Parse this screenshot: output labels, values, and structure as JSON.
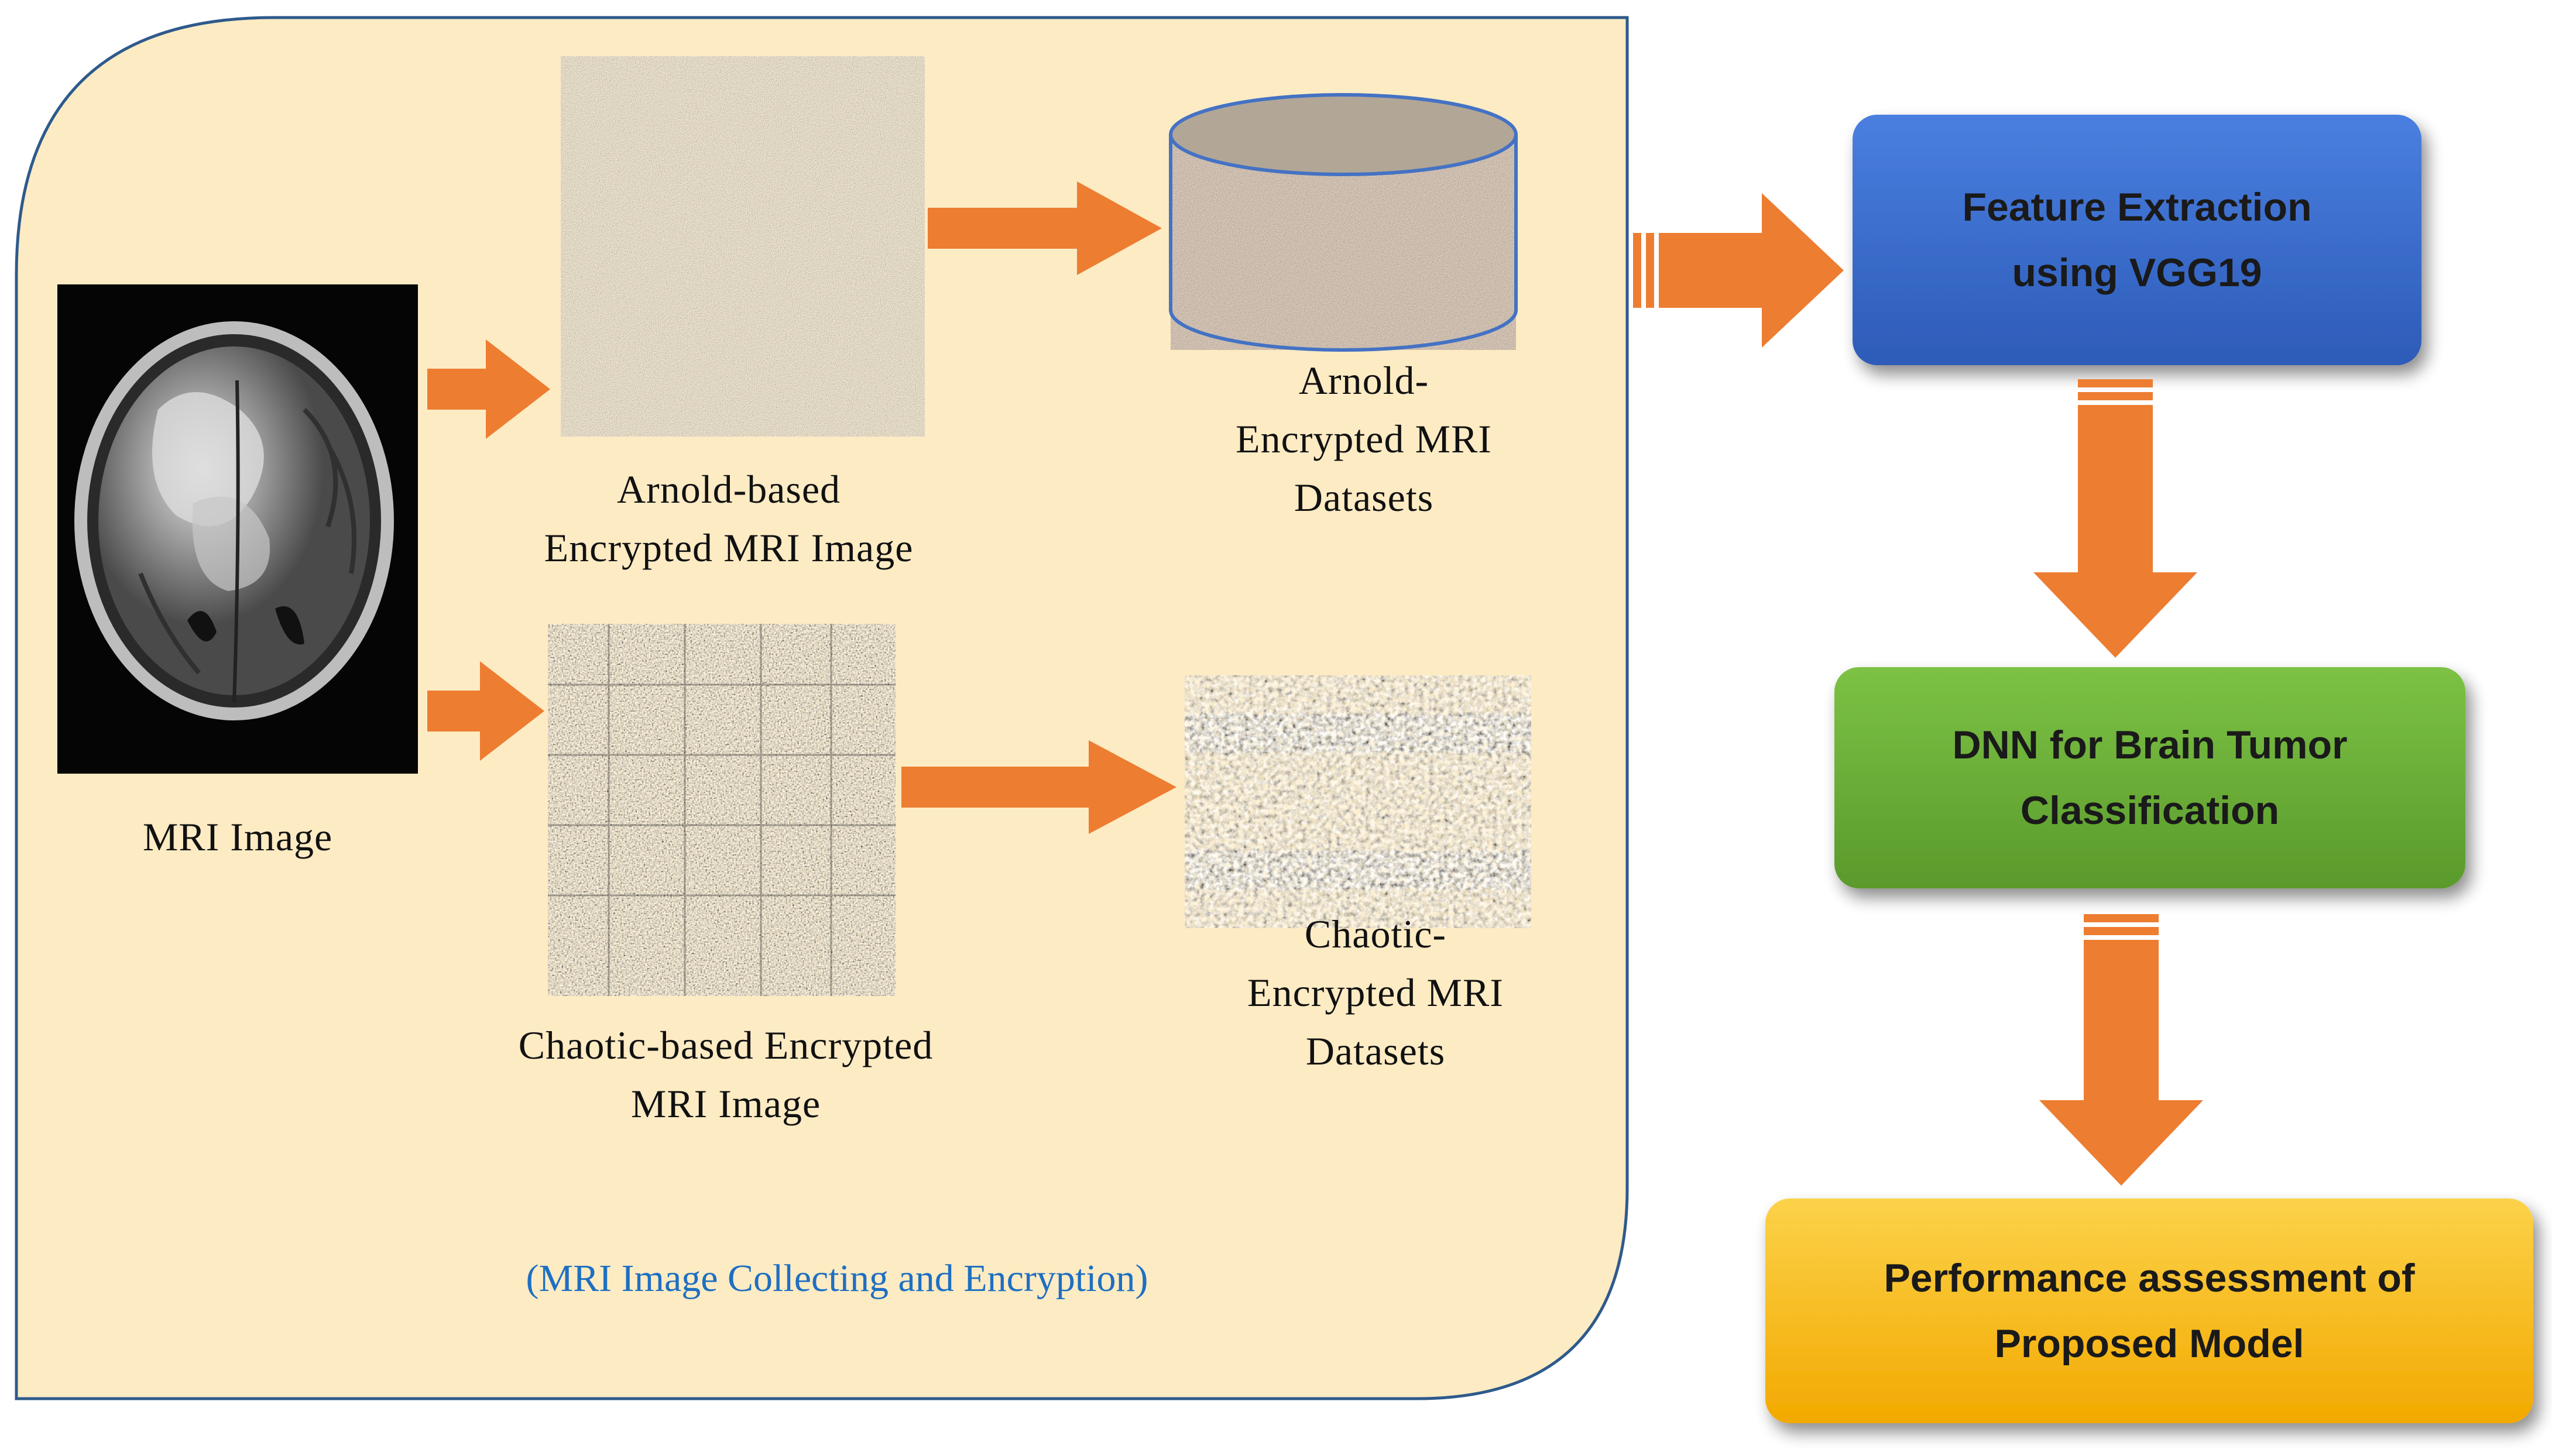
{
  "labels": {
    "mri_image": "MRI Image",
    "arnold_image_line1": "Arnold-based",
    "arnold_image_line2": "Encrypted MRI Image",
    "chaotic_image_line1": "Chaotic-based Encrypted",
    "chaotic_image_line2": "MRI Image",
    "arnold_dataset_line1": "Arnold-",
    "arnold_dataset_line2": "Encrypted MRI",
    "arnold_dataset_line3": "Datasets",
    "chaotic_dataset_line1": "Chaotic-",
    "chaotic_dataset_line2": "Encrypted MRI",
    "chaotic_dataset_line3": "Datasets",
    "panel_caption": "(MRI Image Collecting and Encryption)"
  },
  "pipeline": {
    "feature_line1": "Feature Extraction",
    "feature_line2": "using VGG19",
    "dnn_line1": "DNN for Brain Tumor",
    "dnn_line2": "Classification",
    "perf_line1": "Performance assessment of",
    "perf_line2": "Proposed Model"
  },
  "colors": {
    "panel_fill": "#fdebc4",
    "panel_border": "#2e5a8c",
    "arrow": "#ed7d31",
    "feature_box": "#3767c8",
    "dnn_box": "#6aab3a",
    "perf_box": "#f5b512",
    "caption": "#1e6fc2"
  }
}
